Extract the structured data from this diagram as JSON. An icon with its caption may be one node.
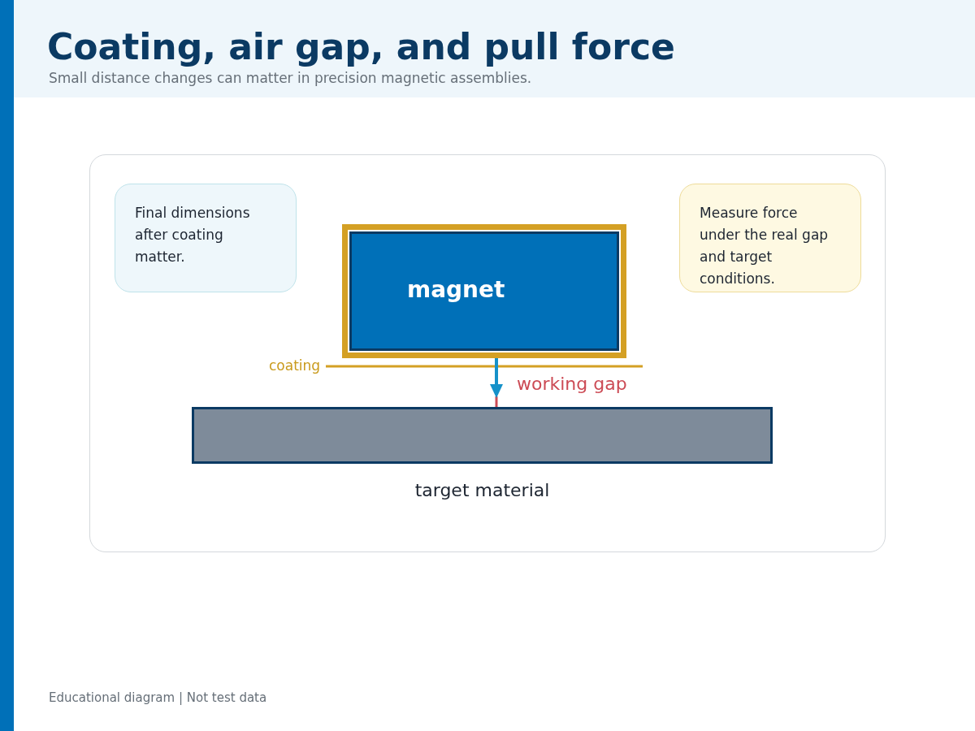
{
  "diagram": {
    "title": "Coating, air gap, and pull force",
    "caption": "Small distance changes can matter in precision magnetic assemblies.",
    "nodes": [
      {
        "text": [],
        "shape": "box"
      },
      {
        "text": [
          "Final dimensions after coating matter."
        ],
        "in": 0
      },
      {
        "text": [
          "magnet"
        ],
        "in": 0
      },
      {
        "text": [
          "Measure force under the real gap and target conditions."
        ],
        "in": 0
      },
      {
        "text": [
          "target material"
        ],
        "in": 0
      }
    ],
    "labels": [
      "coating",
      "working gap",
      "Educational diagram | Not test data"
    ]
  }
}
